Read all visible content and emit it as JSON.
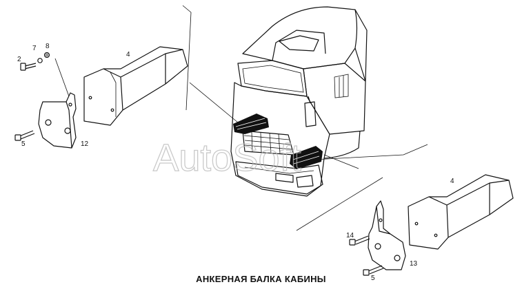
{
  "caption": "АНКЕРНАЯ БАЛКА КАБИНЫ",
  "watermark": "AutoSoft",
  "callouts": {
    "left_2": "2",
    "left_7": "7",
    "left_8": "8",
    "left_4": "4",
    "left_5": "5",
    "left_12": "12",
    "right_4": "4",
    "right_14": "14",
    "right_13": "13",
    "right_5": "5"
  }
}
